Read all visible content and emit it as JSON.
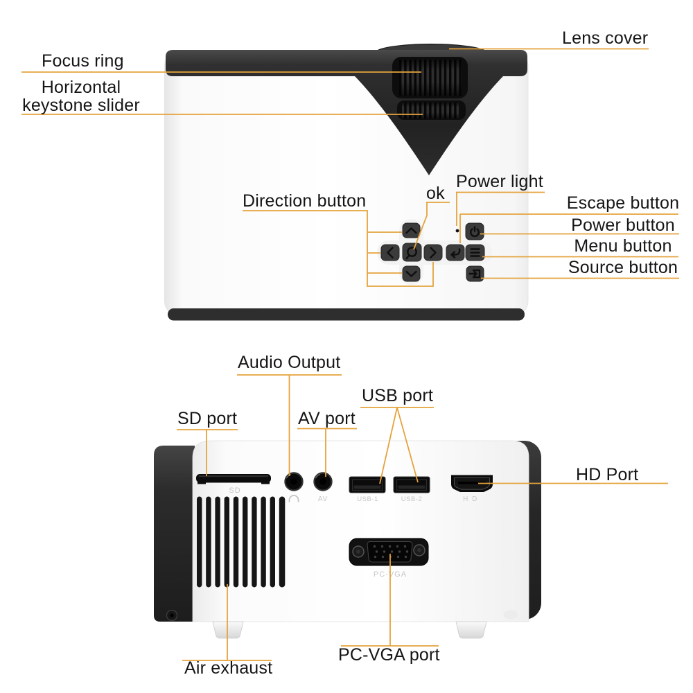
{
  "diagram": {
    "kind": "product-annotation",
    "views": [
      "projector-top-view",
      "projector-rear-view"
    ]
  },
  "colors": {
    "leader_line": "#E5A33D",
    "label_text": "#151515",
    "dark_plastic": "#2b2b2b",
    "white_body": "#fbfbfb",
    "port_marking_gray": "#c7c7c7",
    "background": "#ffffff"
  },
  "top_view": {
    "labels": {
      "lens_cover": "Lens cover",
      "focus_ring": "Focus ring",
      "keystone": "Horizontal keystone slider",
      "direction": "Direction button",
      "ok": "ok",
      "power_light": "Power light",
      "escape": "Escape button",
      "power": "Power button",
      "menu": "Menu button",
      "source": "Source button"
    },
    "controls": [
      {
        "name": "up-button",
        "icon": "chevron-up-icon"
      },
      {
        "name": "left-button",
        "icon": "chevron-left-icon"
      },
      {
        "name": "ok-button",
        "icon": "ok-circle-icon"
      },
      {
        "name": "right-button",
        "icon": "chevron-right-icon"
      },
      {
        "name": "down-button",
        "icon": "chevron-down-icon"
      },
      {
        "name": "escape-button",
        "icon": "return-arrow-icon"
      },
      {
        "name": "power-button",
        "icon": "power-symbol-icon"
      },
      {
        "name": "menu-button",
        "icon": "hamburger-menu-icon"
      },
      {
        "name": "source-button",
        "icon": "input-arrow-box-icon"
      }
    ]
  },
  "rear_view": {
    "labels": {
      "audio_output": "Audio Output",
      "sd_port": "SD port",
      "av_port": "AV port",
      "usb_port": "USB port",
      "hd_port": "HD Port",
      "pc_vga_port": "PC-VGA port",
      "air_exhaust": "Air exhaust"
    },
    "port_markings": {
      "sd": "SD",
      "av": "AV",
      "usb1": "USB-1",
      "usb2": "USB-2",
      "hd": "H D",
      "vga": "PC-VGA"
    }
  }
}
